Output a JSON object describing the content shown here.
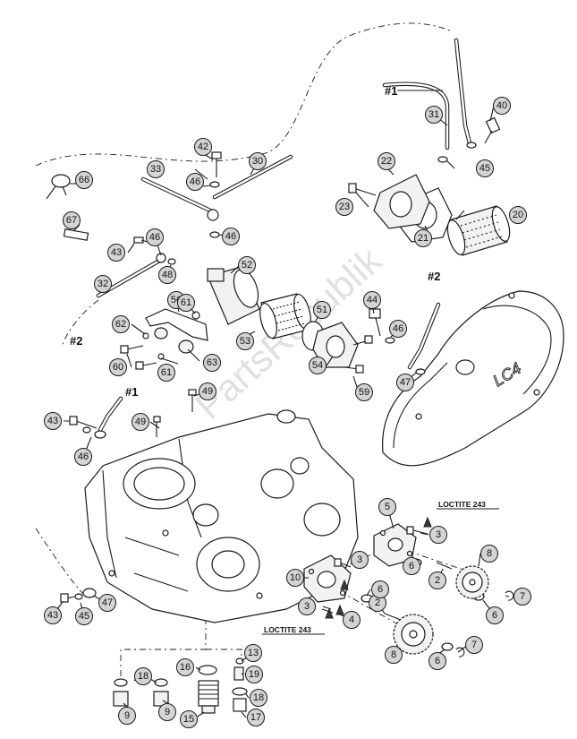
{
  "diagram": {
    "watermark": "PartsRepublik",
    "cover_logo": "LC4",
    "references": [
      "#1",
      "#2"
    ],
    "loctite_label": "LOCTITE 243",
    "callouts": [
      "2",
      "3",
      "4",
      "5",
      "6",
      "7",
      "8",
      "9",
      "10",
      "13",
      "15",
      "16",
      "17",
      "18",
      "19",
      "20",
      "21",
      "22",
      "23",
      "30",
      "31",
      "32",
      "33",
      "40",
      "42",
      "43",
      "44",
      "45",
      "46",
      "47",
      "48",
      "49",
      "51",
      "52",
      "53",
      "54",
      "56",
      "59",
      "60",
      "61",
      "62",
      "63",
      "66",
      "67"
    ]
  }
}
